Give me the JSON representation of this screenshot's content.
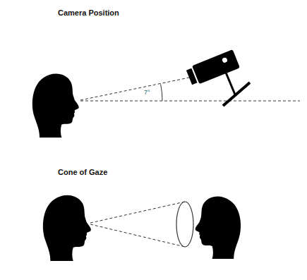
{
  "diagram": {
    "labels": [
      "Camera Position",
      "7°",
      "Cone of Gaze"
    ]
  }
}
